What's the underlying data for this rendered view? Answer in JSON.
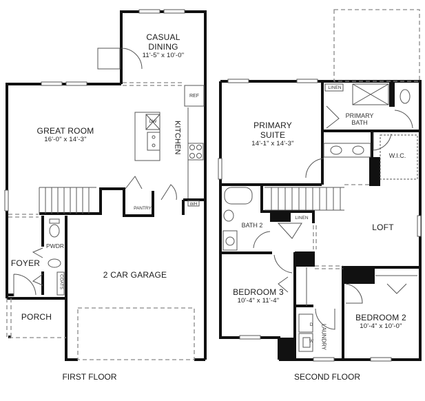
{
  "plan": {
    "first_floor": {
      "title": "FIRST FLOOR",
      "rooms": {
        "casual_dining": {
          "name_line1": "CASUAL",
          "name_line2": "DINING",
          "dims": "11'-5\" x 10'-0\""
        },
        "great_room": {
          "name": "GREAT ROOM",
          "dims": "16'-0\" x 14'-3\""
        },
        "kitchen": {
          "name": "KITCHEN"
        },
        "ref": {
          "name": "REF"
        },
        "dw": {
          "name": "DW"
        },
        "pantry": {
          "name": "PANTRY"
        },
        "wh": {
          "name": "WH"
        },
        "pwdr": {
          "name": "PWDR"
        },
        "foyer": {
          "name": "FOYER"
        },
        "coats": {
          "name": "COATS"
        },
        "porch": {
          "name": "PORCH"
        },
        "garage": {
          "name": "2 CAR GARAGE"
        }
      }
    },
    "second_floor": {
      "title": "SECOND FLOOR",
      "rooms": {
        "primary_suite": {
          "name_line1": "PRIMARY",
          "name_line2": "SUITE",
          "dims": "14'-1\" x 14'-3\""
        },
        "linen_primary": {
          "name": "LINEN"
        },
        "primary_bath": {
          "name_line1": "PRIMARY",
          "name_line2": "BATH"
        },
        "wic": {
          "name": "W.I.C."
        },
        "bath2": {
          "name": "BATH 2"
        },
        "linen_hall": {
          "name": "LINEN"
        },
        "loft": {
          "name": "LOFT"
        },
        "bedroom3": {
          "name": "BEDROOM 3",
          "dims": "10'-4\" x 11'-4\""
        },
        "bedroom2": {
          "name": "BEDROOM 2",
          "dims": "10'-4\" x 10'-0\""
        },
        "laundry": {
          "name": "LAUNDRY"
        },
        "dryer": {
          "name": "D"
        },
        "washer": {
          "name": "W"
        }
      }
    },
    "colors": {
      "wall": "#111111",
      "fixture": "#555555",
      "dashed": "#888888"
    }
  }
}
